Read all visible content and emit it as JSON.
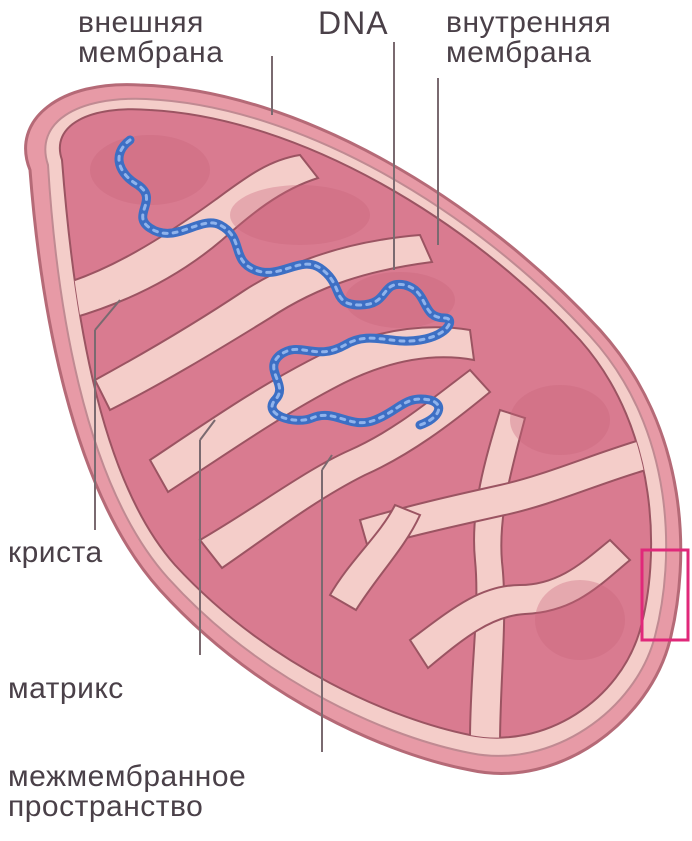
{
  "diagram": {
    "colors": {
      "outer_membrane": "#e79aa6",
      "outer_membrane_edge": "#b56a77",
      "intermembrane_space": "#f4cdc9",
      "matrix": "#d97b90",
      "matrix_dark": "#c8647c",
      "crista_edge": "#9b5462",
      "dna": "#3d6fc4",
      "dna_highlight": "#8fb3ec",
      "leader": "#7a6a70",
      "marker_box": "#e0287a",
      "label_text": "#4a4048"
    },
    "labels": {
      "outer_membrane": [
        "внешняя",
        "мембрана"
      ],
      "dna": "DNA",
      "inner_membrane": [
        "внутренняя",
        "мембрана"
      ],
      "crista": "криста",
      "matrix": "матрикс",
      "intermembrane_space": [
        "межмембранное",
        "пространство"
      ]
    }
  }
}
